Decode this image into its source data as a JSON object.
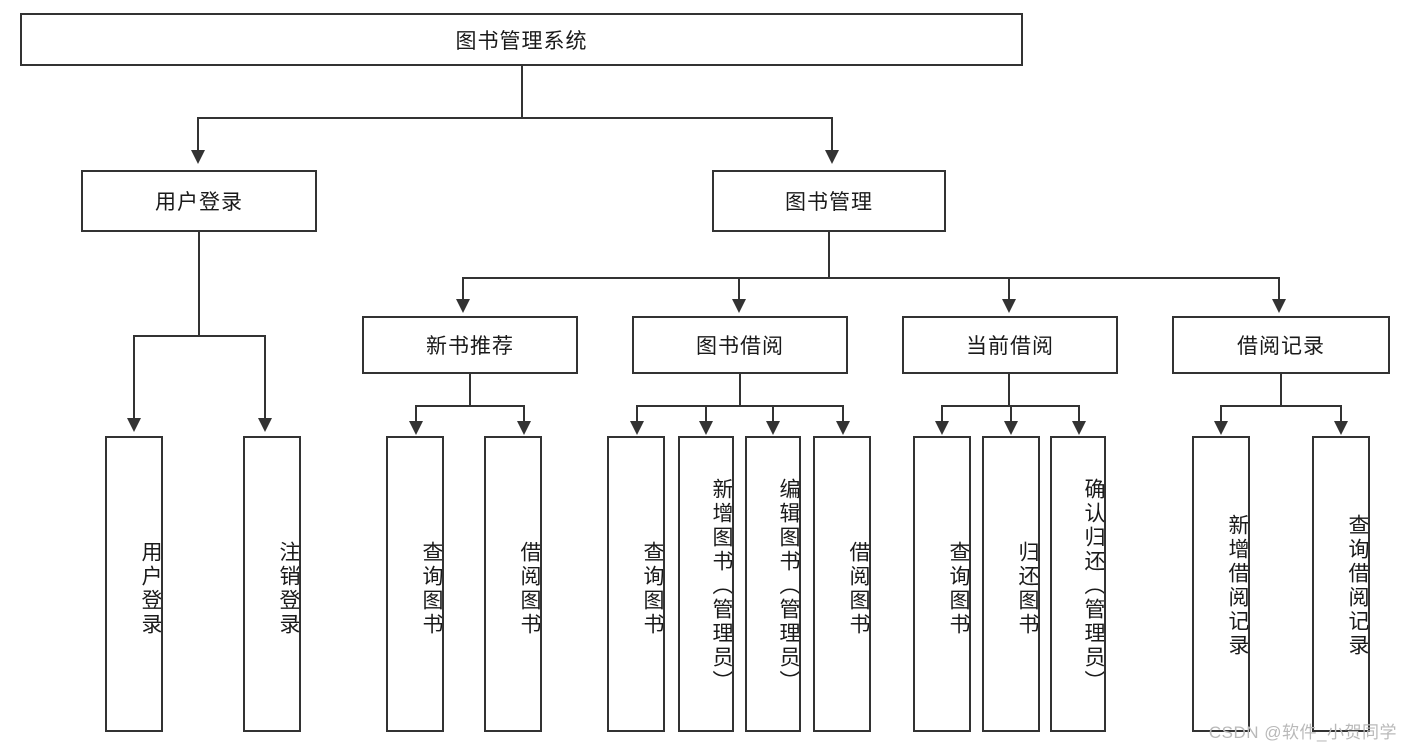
{
  "diagram": {
    "type": "tree-hierarchy",
    "title": "图书管理系统",
    "root": {
      "id": "root",
      "label": "图书管理系统",
      "level": 0
    },
    "level1": [
      {
        "id": "user-login",
        "label": "用户登录",
        "level": 1
      },
      {
        "id": "book-management",
        "label": "图书管理",
        "level": 1
      }
    ],
    "level2": [
      {
        "id": "new-book-recommend",
        "label": "新书推荐",
        "level": 2,
        "parent": "book-management"
      },
      {
        "id": "book-borrow",
        "label": "图书借阅",
        "level": 2,
        "parent": "book-management"
      },
      {
        "id": "current-borrow",
        "label": "当前借阅",
        "level": 2,
        "parent": "book-management"
      },
      {
        "id": "borrow-record",
        "label": "借阅记录",
        "level": 2,
        "parent": "book-management"
      }
    ],
    "leaves": [
      {
        "id": "leaf-user-login",
        "label": "用户登录",
        "parent": "user-login"
      },
      {
        "id": "leaf-logout-login",
        "label": "注销登录",
        "parent": "user-login"
      },
      {
        "id": "leaf-query-book-recommend",
        "label": "查询图书",
        "parent": "new-book-recommend"
      },
      {
        "id": "leaf-borrow-book-recommend",
        "label": "借阅图书",
        "parent": "new-book-recommend"
      },
      {
        "id": "leaf-query-book-borrow",
        "label": "查询图书",
        "parent": "book-borrow"
      },
      {
        "id": "leaf-add-book-admin",
        "label": "新增图书（管理员）",
        "parent": "book-borrow"
      },
      {
        "id": "leaf-edit-book-admin",
        "label": "编辑图书（管理员）",
        "parent": "book-borrow"
      },
      {
        "id": "leaf-borrow-book",
        "label": "借阅图书",
        "parent": "book-borrow"
      },
      {
        "id": "leaf-query-book-current",
        "label": "查询图书",
        "parent": "current-borrow"
      },
      {
        "id": "leaf-return-book",
        "label": "归还图书",
        "parent": "current-borrow"
      },
      {
        "id": "leaf-confirm-return-admin",
        "label": "确认归还（管理员）",
        "parent": "current-borrow"
      },
      {
        "id": "leaf-add-borrow-record",
        "label": "新增借阅记录",
        "parent": "borrow-record"
      },
      {
        "id": "leaf-query-borrow-record",
        "label": "查询借阅记录",
        "parent": "borrow-record"
      }
    ]
  },
  "watermark": {
    "text": "CSDN @软件_小贺同学"
  },
  "colors": {
    "border": "#333333",
    "background": "#ffffff",
    "text": "#1a1a1a",
    "watermark": "#b9b9b9"
  }
}
